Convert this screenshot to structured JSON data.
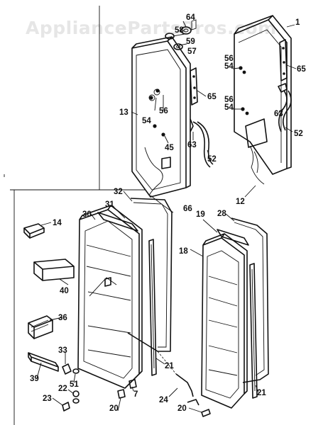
{
  "watermark": "AppliancePartsPros.com",
  "callouts": [
    {
      "id": "1",
      "label": "1"
    },
    {
      "id": "12",
      "label": "12"
    },
    {
      "id": "13",
      "label": "13"
    },
    {
      "id": "14",
      "label": "14"
    },
    {
      "id": "18",
      "label": "18"
    },
    {
      "id": "19",
      "label": "19"
    },
    {
      "id": "20a",
      "label": "20"
    },
    {
      "id": "20b",
      "label": "20"
    },
    {
      "id": "21a",
      "label": "21"
    },
    {
      "id": "21b",
      "label": "21"
    },
    {
      "id": "22",
      "label": "22"
    },
    {
      "id": "23",
      "label": "23"
    },
    {
      "id": "24",
      "label": "24"
    },
    {
      "id": "28",
      "label": "28"
    },
    {
      "id": "30",
      "label": "30"
    },
    {
      "id": "31",
      "label": "31"
    },
    {
      "id": "32",
      "label": "32"
    },
    {
      "id": "33",
      "label": "33"
    },
    {
      "id": "36",
      "label": "36"
    },
    {
      "id": "39",
      "label": "39"
    },
    {
      "id": "40",
      "label": "40"
    },
    {
      "id": "45",
      "label": "45"
    },
    {
      "id": "51",
      "label": "51"
    },
    {
      "id": "52a",
      "label": "52"
    },
    {
      "id": "52b",
      "label": "52"
    },
    {
      "id": "54a",
      "label": "54"
    },
    {
      "id": "54b",
      "label": "54"
    },
    {
      "id": "54c",
      "label": "54"
    },
    {
      "id": "56a",
      "label": "56"
    },
    {
      "id": "56b",
      "label": "56"
    },
    {
      "id": "56c",
      "label": "56"
    },
    {
      "id": "57",
      "label": "57"
    },
    {
      "id": "58",
      "label": "58"
    },
    {
      "id": "59",
      "label": "59"
    },
    {
      "id": "63a",
      "label": "63"
    },
    {
      "id": "63b",
      "label": "63"
    },
    {
      "id": "64",
      "label": "64"
    },
    {
      "id": "65a",
      "label": "65"
    },
    {
      "id": "65b",
      "label": "65"
    },
    {
      "id": "66",
      "label": "66"
    },
    {
      "id": "7",
      "label": "7"
    }
  ]
}
